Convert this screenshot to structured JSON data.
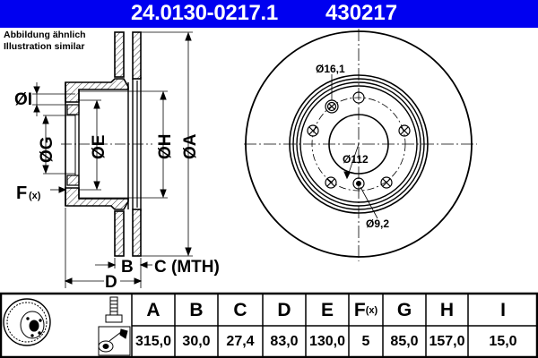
{
  "header": {
    "part_number": "24.0130-0217.1",
    "code": "430217",
    "background_color": "#0000f0"
  },
  "note": {
    "line1": "Abbildung ähnlich",
    "line2": "Illustration similar"
  },
  "section_view": {
    "labels": {
      "I": "ØI",
      "G": "ØG",
      "E": "ØE",
      "H": "ØH",
      "A": "ØA",
      "F": "F",
      "F_suffix": "(x)",
      "B": "B",
      "C": "C (MTH)",
      "D": "D"
    }
  },
  "front_view": {
    "labels": {
      "hole_large": "Ø16,1",
      "pcd": "Ø112",
      "hole_small": "Ø9,2"
    }
  },
  "table": {
    "icons": [
      "brake-disc-icon",
      "bolt-icon",
      "cleaning-spray-icon"
    ],
    "columns": [
      {
        "header": "A",
        "value": "315,0"
      },
      {
        "header": "B",
        "value": "30,0"
      },
      {
        "header": "C",
        "value": "27,4"
      },
      {
        "header": "D",
        "value": "83,0"
      },
      {
        "header": "E",
        "value": "130,0"
      },
      {
        "header": "F",
        "header_suffix": "(x)",
        "value": "5"
      },
      {
        "header": "G",
        "value": "85,0"
      },
      {
        "header": "H",
        "value": "157,0"
      },
      {
        "header": "I",
        "value": "15,0"
      }
    ]
  }
}
